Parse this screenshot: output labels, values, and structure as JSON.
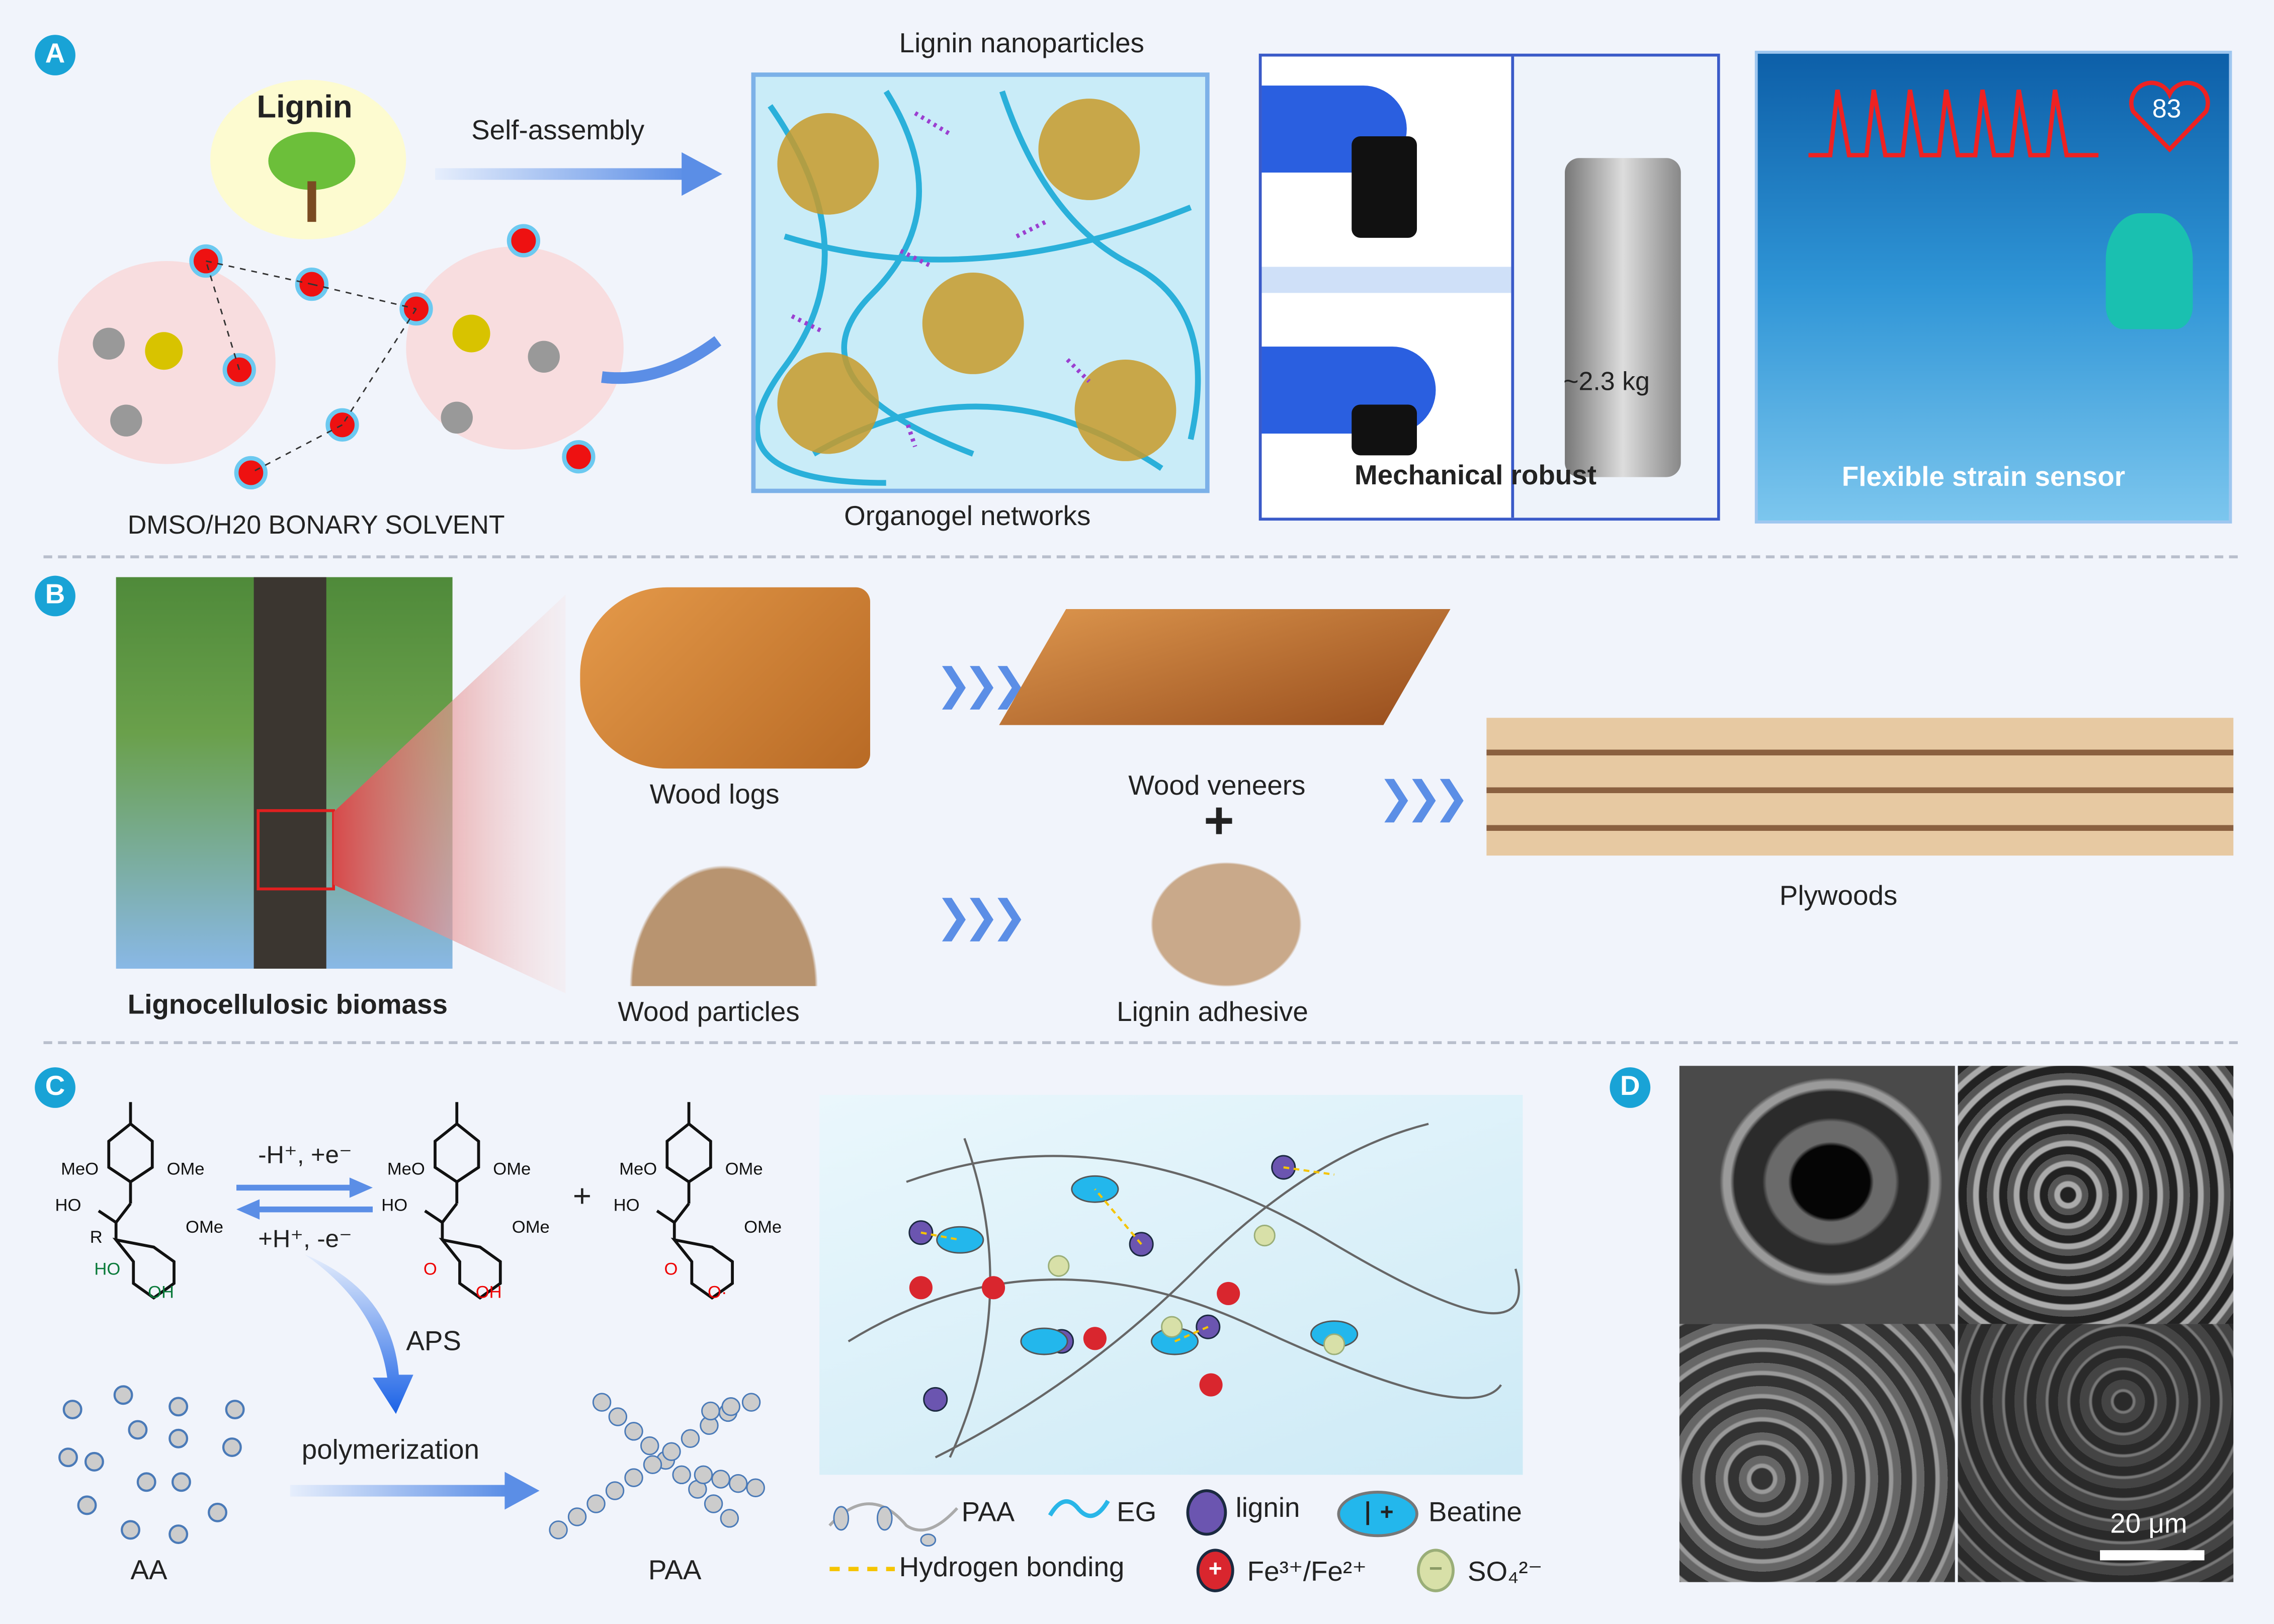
{
  "panels": {
    "a": {
      "badge": "A",
      "lignin_label": "Lignin",
      "self_assembly": "Self-assembly",
      "solvent_label": "DMSO/H20 BONARY SOLVENT",
      "nanoparticles_label": "Lignin nanoparticles",
      "organogel_label": "Organogel networks",
      "weight_label": "~2.3 kg",
      "mechanical_label": "Mechanical robust",
      "heart_rate": "83",
      "sensor_label": "Flexible strain sensor"
    },
    "b": {
      "badge": "B",
      "biomass_label": "Lignocellulosic biomass",
      "wood_logs": "Wood logs",
      "wood_veneers": "Wood veneers",
      "plus": "+",
      "wood_particles": "Wood particles",
      "lignin_adhesive": "Lignin adhesive",
      "plywoods": "Plywoods"
    },
    "c": {
      "badge": "C",
      "forward": "-H⁺, +e⁻",
      "backward": "+H⁺, -e⁻",
      "plus": "+",
      "aps": "APS",
      "polymerization": "polymerization",
      "aa": "AA",
      "paa": "PAA",
      "atoms": {
        "meo": "MeO",
        "ome": "OMe",
        "ho": "HO",
        "o": "O",
        "r": "R",
        "oh": "OH",
        "o_radical": "O·"
      },
      "legend": [
        {
          "label": "PAA",
          "icon": "paa-chain-icon"
        },
        {
          "label": "EG",
          "icon": "wave-icon",
          "color": "#29b6e8"
        },
        {
          "label": "lignin",
          "icon": "purple-ellipse-icon",
          "color": "#6b55b0"
        },
        {
          "label": "Beatine",
          "icon": "zwitterion-ellipse-icon",
          "color": "#23b7ec"
        },
        {
          "label": "Hydrogen bonding",
          "icon": "dashed-line-icon",
          "color": "#f5c400"
        },
        {
          "label": "Fe³⁺/Fe²⁺",
          "icon": "red-plus-icon",
          "color": "#d9262e"
        },
        {
          "label": "SO₄²⁻",
          "icon": "green-minus-icon",
          "color": "#d8e0a8"
        }
      ]
    },
    "d": {
      "badge": "D",
      "scale_bar": "20  μm"
    }
  },
  "colors": {
    "accent": "#19a3d6",
    "arrow": "#5b8ee6",
    "background": "#f1f4fb"
  }
}
